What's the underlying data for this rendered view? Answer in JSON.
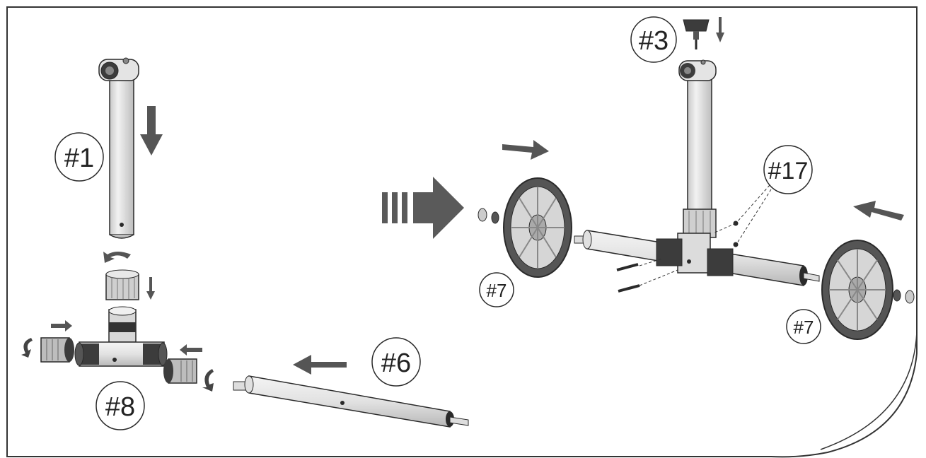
{
  "diagram": {
    "labels": {
      "part1": "#1",
      "part3": "#3",
      "part6": "#6",
      "part7_left": "#7",
      "part7_right": "#7",
      "part8": "#8",
      "part17": "#17"
    },
    "colors": {
      "outline": "#2a2a2a",
      "tube": "#e6e6e6",
      "tube_shade": "#b9b9b9",
      "dark": "#3c3c3c",
      "arrow": "#555555",
      "big_arrow": "#5a5a5a"
    }
  }
}
